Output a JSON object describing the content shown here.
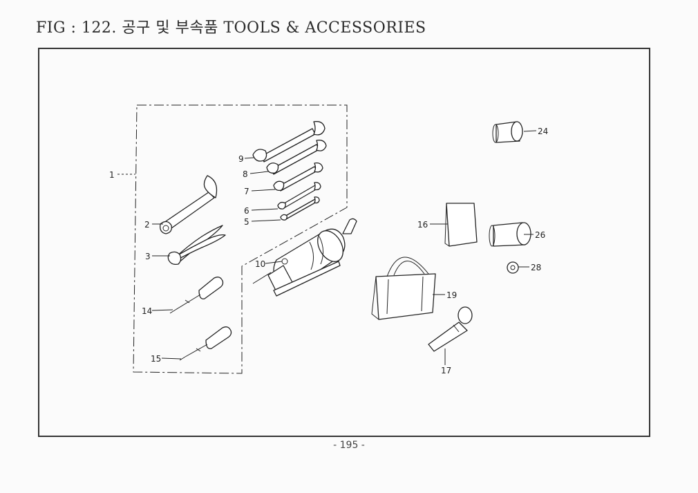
{
  "title": "FIG : 122. 공구 및 부속품 TOOLS & ACCESSORIES",
  "page_number": "-  195  -",
  "callouts": {
    "c1": "1",
    "c2": "2",
    "c3": "3",
    "c5": "5",
    "c6": "6",
    "c7": "7",
    "c8": "8",
    "c9": "9",
    "c10": "10",
    "c14": "14",
    "c15": "15",
    "c16": "16",
    "c17": "17",
    "c19": "19",
    "c24": "24",
    "c26": "26",
    "c28": "28"
  }
}
